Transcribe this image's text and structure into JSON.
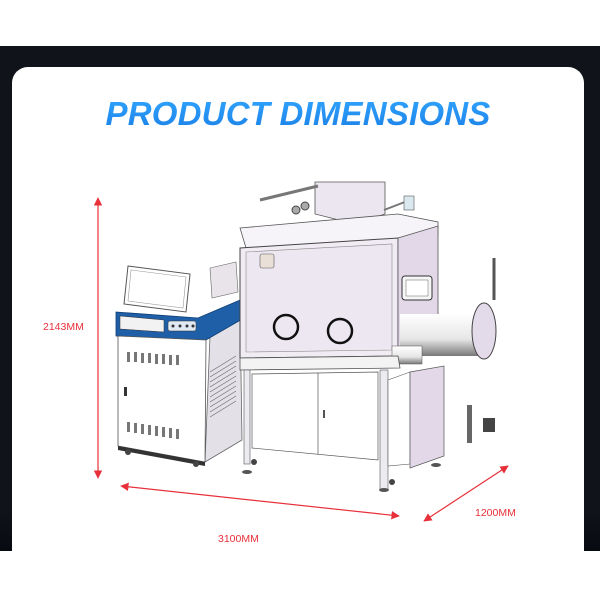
{
  "title": "PRODUCT DIMENSIONS",
  "dimensions": {
    "height": "2143MM",
    "length": "3100MM",
    "depth": "1200MM"
  },
  "colors": {
    "title_blue": "#1f8ff0",
    "dimension_red": "#e8303a",
    "background_dark": "#10131a",
    "machine_blue": "#1e5fa8",
    "glovebox_lilac": "#ece6f0"
  },
  "illustration": {
    "components": [
      "laser-welder-cabinet",
      "glovebox-chamber",
      "transfer-chamber",
      "base-cabinet",
      "control-screen"
    ]
  }
}
